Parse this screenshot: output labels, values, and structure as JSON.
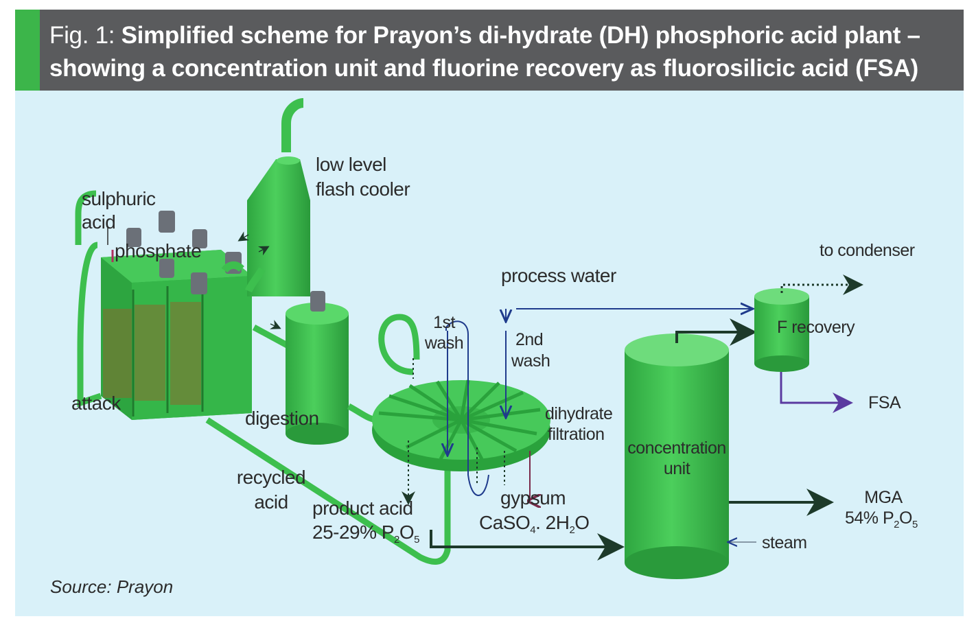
{
  "figure": {
    "title_prefix": "Fig. 1:",
    "title_bold": "Simplified scheme for Prayon’s di-hydrate (DH) phosphoric acid plant – showing a concentration unit and fluorine recovery as fluorosilicic acid (FSA)",
    "source": "Source: Prayon"
  },
  "labels": {
    "sulphuric_acid_1": "sulphuric",
    "sulphuric_acid_2": "acid",
    "phosphate": "phosphate",
    "flash_cooler_1": "low level",
    "flash_cooler_2": "flash cooler",
    "attack": "attack",
    "digestion": "digestion",
    "recycled_acid_1": "recycled",
    "recycled_acid_2": "acid",
    "product_acid_1": "product acid",
    "product_acid_2": "25-29% P",
    "product_acid_sub1": "2",
    "product_acid_o": "O",
    "product_acid_sub2": "5",
    "first_wash_1": "1st",
    "first_wash_2": "wash",
    "second_wash_1": "2nd",
    "second_wash_2": "wash",
    "dihydrate_filtration_1": "dihydrate",
    "dihydrate_filtration_2": "filtration",
    "gypsum": "gypsum",
    "caso4_a": "CaSO",
    "caso4_sub1": "4",
    "caso4_b": ". 2H",
    "caso4_sub2": "2",
    "caso4_c": "O",
    "process_water": "process water",
    "to_condenser": "to condenser",
    "f_recovery": "F recovery",
    "fsa": "FSA",
    "concentration_unit_1": "concentration",
    "concentration_unit_2": "unit",
    "mga_1": "MGA",
    "mga_2": "54% P",
    "mga_sub1": "2",
    "mga_o": "O",
    "mga_sub2": "5",
    "steam": "steam"
  },
  "colors": {
    "header_bg": "#5a5b5d",
    "header_accent": "#3cb54a",
    "canvas_bg": "#d9f1f9",
    "equipment_green": "#3dbf4e",
    "process_water_line": "#1f3b8c",
    "fsa_line": "#5a3aa0",
    "dark_line": "#1d3a2a",
    "gypsum_line": "#7a2a4a"
  }
}
